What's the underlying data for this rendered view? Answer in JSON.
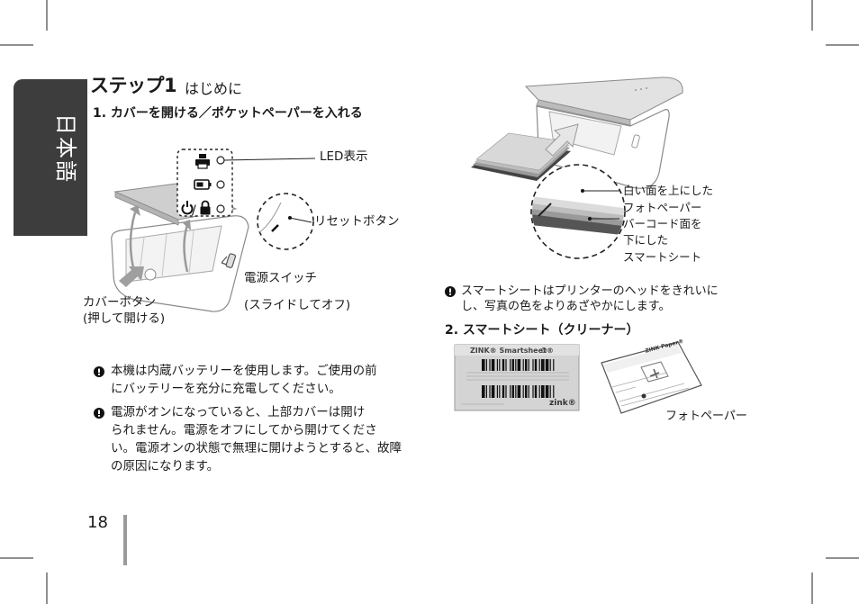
{
  "side_tab": {
    "label": "日本語"
  },
  "header": {
    "step": "ステップ1",
    "title": "はじめに"
  },
  "section1": {
    "heading": "1. カバーを開ける／ポケットペーパーを入れる"
  },
  "figure1": {
    "led_label": "LED表示",
    "led_separator": "/",
    "reset_label": "リセットボタン",
    "power_label": "電源スイッチ",
    "power_note": "(スライドしてオフ)",
    "cover_label": "カバーボタン",
    "cover_note": "(押して開ける)"
  },
  "notes1": [
    {
      "lines": [
        "本機は内蔵バッテリーを使用します。ご使用の前",
        "にバッテリーを充分に充電してください。"
      ]
    },
    {
      "lines": [
        "電源がオンになっていると、上部カバーは開け",
        "られません。電源をオフにしてから開けてくださ",
        "い。電源オンの状態で無理に開けようとすると、故障",
        "の原因になります。"
      ]
    }
  ],
  "figure2": {
    "labels": [
      "白い面を上にした",
      "フォトペーパー",
      "バーコード面を",
      "下にした",
      "スマートシート"
    ]
  },
  "notes2": {
    "lines": [
      "スマートシートはプリンターのヘッドをきれいに",
      "し、写真の色をよりあざやかにします。"
    ]
  },
  "section2": {
    "heading": "2. スマートシート（クリーナー）"
  },
  "smartsheet": {
    "brand": "ZINK® Smartsheet®",
    "logo": "zink®"
  },
  "photo_paper": {
    "label": "フォトペーパー",
    "pack_brand": "ZINK Paper®"
  },
  "page": {
    "number": "18"
  },
  "icons": [
    "printer-icon",
    "battery-icon",
    "power-icon",
    "lock-icon",
    "exclamation-icon"
  ],
  "colors": {
    "text": "#1a1a1a",
    "tab": "#3d3d3d",
    "line_art": "#888888",
    "lid": "#cfcfcf"
  }
}
